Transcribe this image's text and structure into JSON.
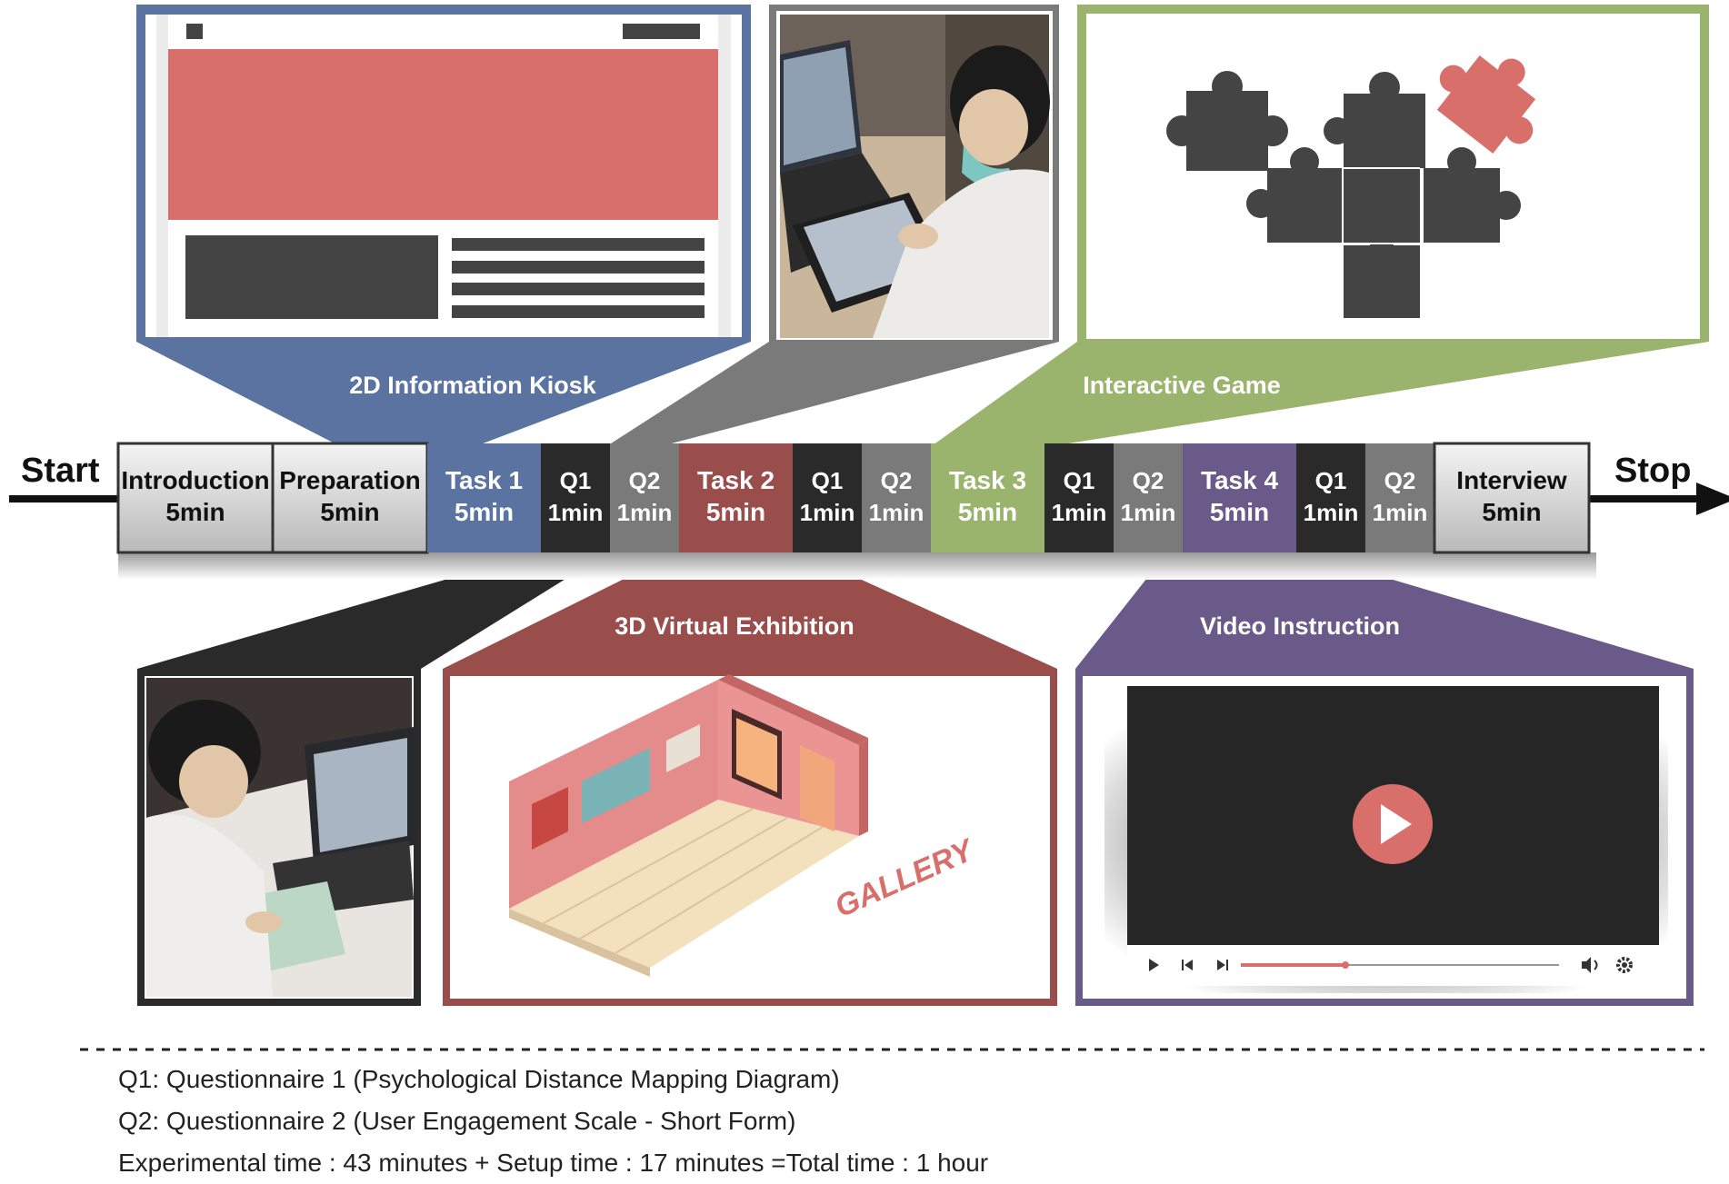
{
  "timeline": {
    "start_label": "Start",
    "stop_label": "Stop",
    "steps": [
      {
        "name": "Introduction",
        "duration": "5min",
        "kind": "intro"
      },
      {
        "name": "Preparation",
        "duration": "5min",
        "kind": "intro"
      },
      {
        "name": "Task 1",
        "duration": "5min",
        "kind": "task1"
      },
      {
        "name": "Q1",
        "duration": "1min",
        "kind": "q1"
      },
      {
        "name": "Q2",
        "duration": "1min",
        "kind": "q2"
      },
      {
        "name": "Task 2",
        "duration": "5min",
        "kind": "task2"
      },
      {
        "name": "Q1",
        "duration": "1min",
        "kind": "q1"
      },
      {
        "name": "Q2",
        "duration": "1min",
        "kind": "q2"
      },
      {
        "name": "Task 3",
        "duration": "5min",
        "kind": "task3"
      },
      {
        "name": "Q1",
        "duration": "1min",
        "kind": "q1"
      },
      {
        "name": "Q2",
        "duration": "1min",
        "kind": "q2"
      },
      {
        "name": "Task 4",
        "duration": "5min",
        "kind": "task4"
      },
      {
        "name": "Q1",
        "duration": "1min",
        "kind": "q1"
      },
      {
        "name": "Q2",
        "duration": "1min",
        "kind": "q2"
      },
      {
        "name": "Interview",
        "duration": "5min",
        "kind": "intro"
      }
    ]
  },
  "callouts": {
    "kiosk": "2D Information Kiosk",
    "game": "Interactive Game",
    "exhibition": "3D Virtual Exhibition",
    "video": "Video Instruction",
    "gallery_word": "GALLERY"
  },
  "icons": {
    "kiosk": "webpage-wireframe-icon",
    "game": "puzzle-pieces-icon",
    "gallery": "isometric-gallery-room-icon",
    "video": "video-player-icon",
    "photo_top": "participant-tablet-photo",
    "photo_bottom": "participant-laptop-photo"
  },
  "legend": {
    "q1": "Q1: Questionnaire 1 (Psychological Distance Mapping Diagram)",
    "q2": "Q2: Questionnaire 2 (User Engagement Scale - Short Form)",
    "time": "Experimental time : 43 minutes + Setup time : 17 minutes  =Total time : 1 hour"
  },
  "colors": {
    "task1": "#5a73a0",
    "task2": "#9a4e4c",
    "task3": "#9ab36d",
    "task4": "#6a5a8a",
    "q1": "#2a2a2a",
    "q2": "#7a7a7a",
    "intro": "#d2d2d2",
    "accent_red": "#d86f6b"
  }
}
